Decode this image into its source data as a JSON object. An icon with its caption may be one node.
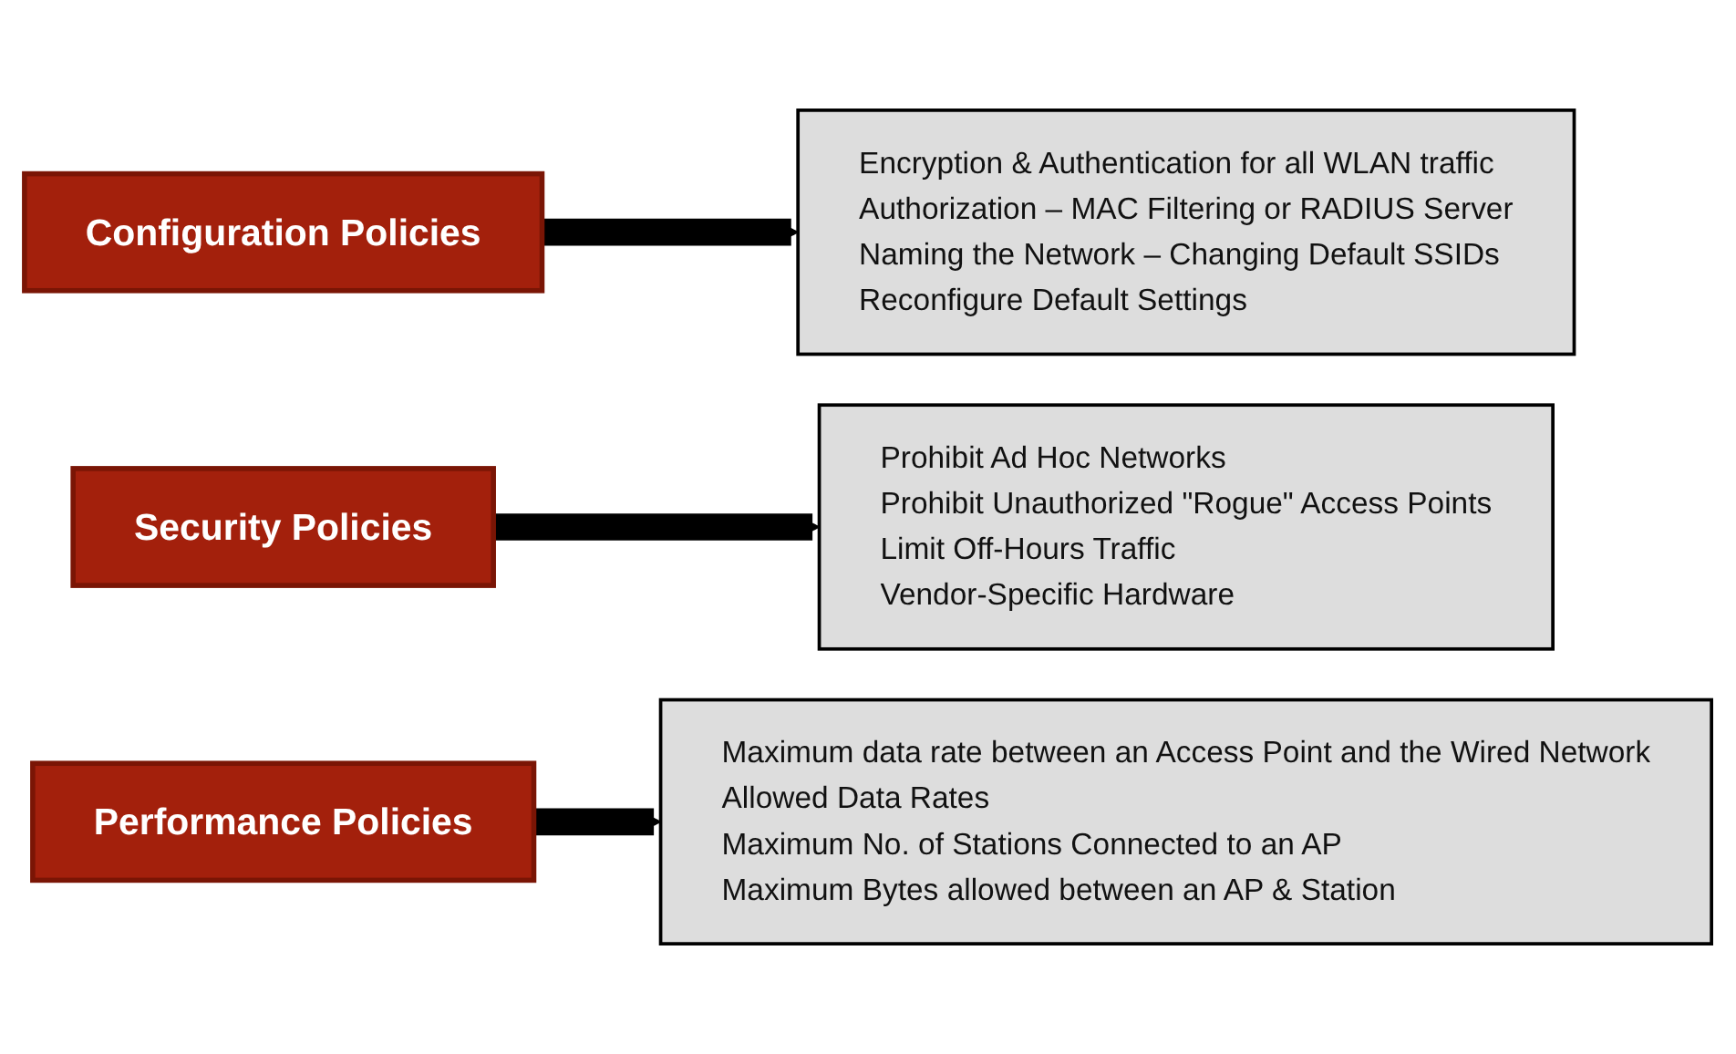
{
  "diagram": {
    "nodes": [
      {
        "text": [
          "Configuration Policies"
        ]
      },
      {
        "text": [
          "Encryption & Authentication for all WLAN traffic",
          "Authorization – MAC Filtering or RADIUS Server",
          "Naming the Network – Changing Default SSIDs",
          "Reconfigure Default Settings"
        ]
      },
      {
        "text": [
          "Security Policies"
        ]
      },
      {
        "text": [
          "Prohibit Ad Hoc Networks",
          "Prohibit Unauthorized \"Rogue\" Access Points",
          "Limit Off-Hours Traffic",
          "Vendor-Specific Hardware"
        ]
      },
      {
        "text": [
          "Performance Policies"
        ]
      },
      {
        "text": [
          "Maximum data rate between an Access Point and the Wired Network",
          "Allowed Data Rates",
          "Maximum No. of Stations Connected to an AP",
          "Maximum Bytes allowed between an AP & Station"
        ]
      }
    ],
    "edges": [
      {
        "from": 0,
        "to": 1,
        "arrow": "to"
      },
      {
        "from": 2,
        "to": 3,
        "arrow": "to"
      },
      {
        "from": 4,
        "to": 5,
        "arrow": "to"
      }
    ]
  }
}
